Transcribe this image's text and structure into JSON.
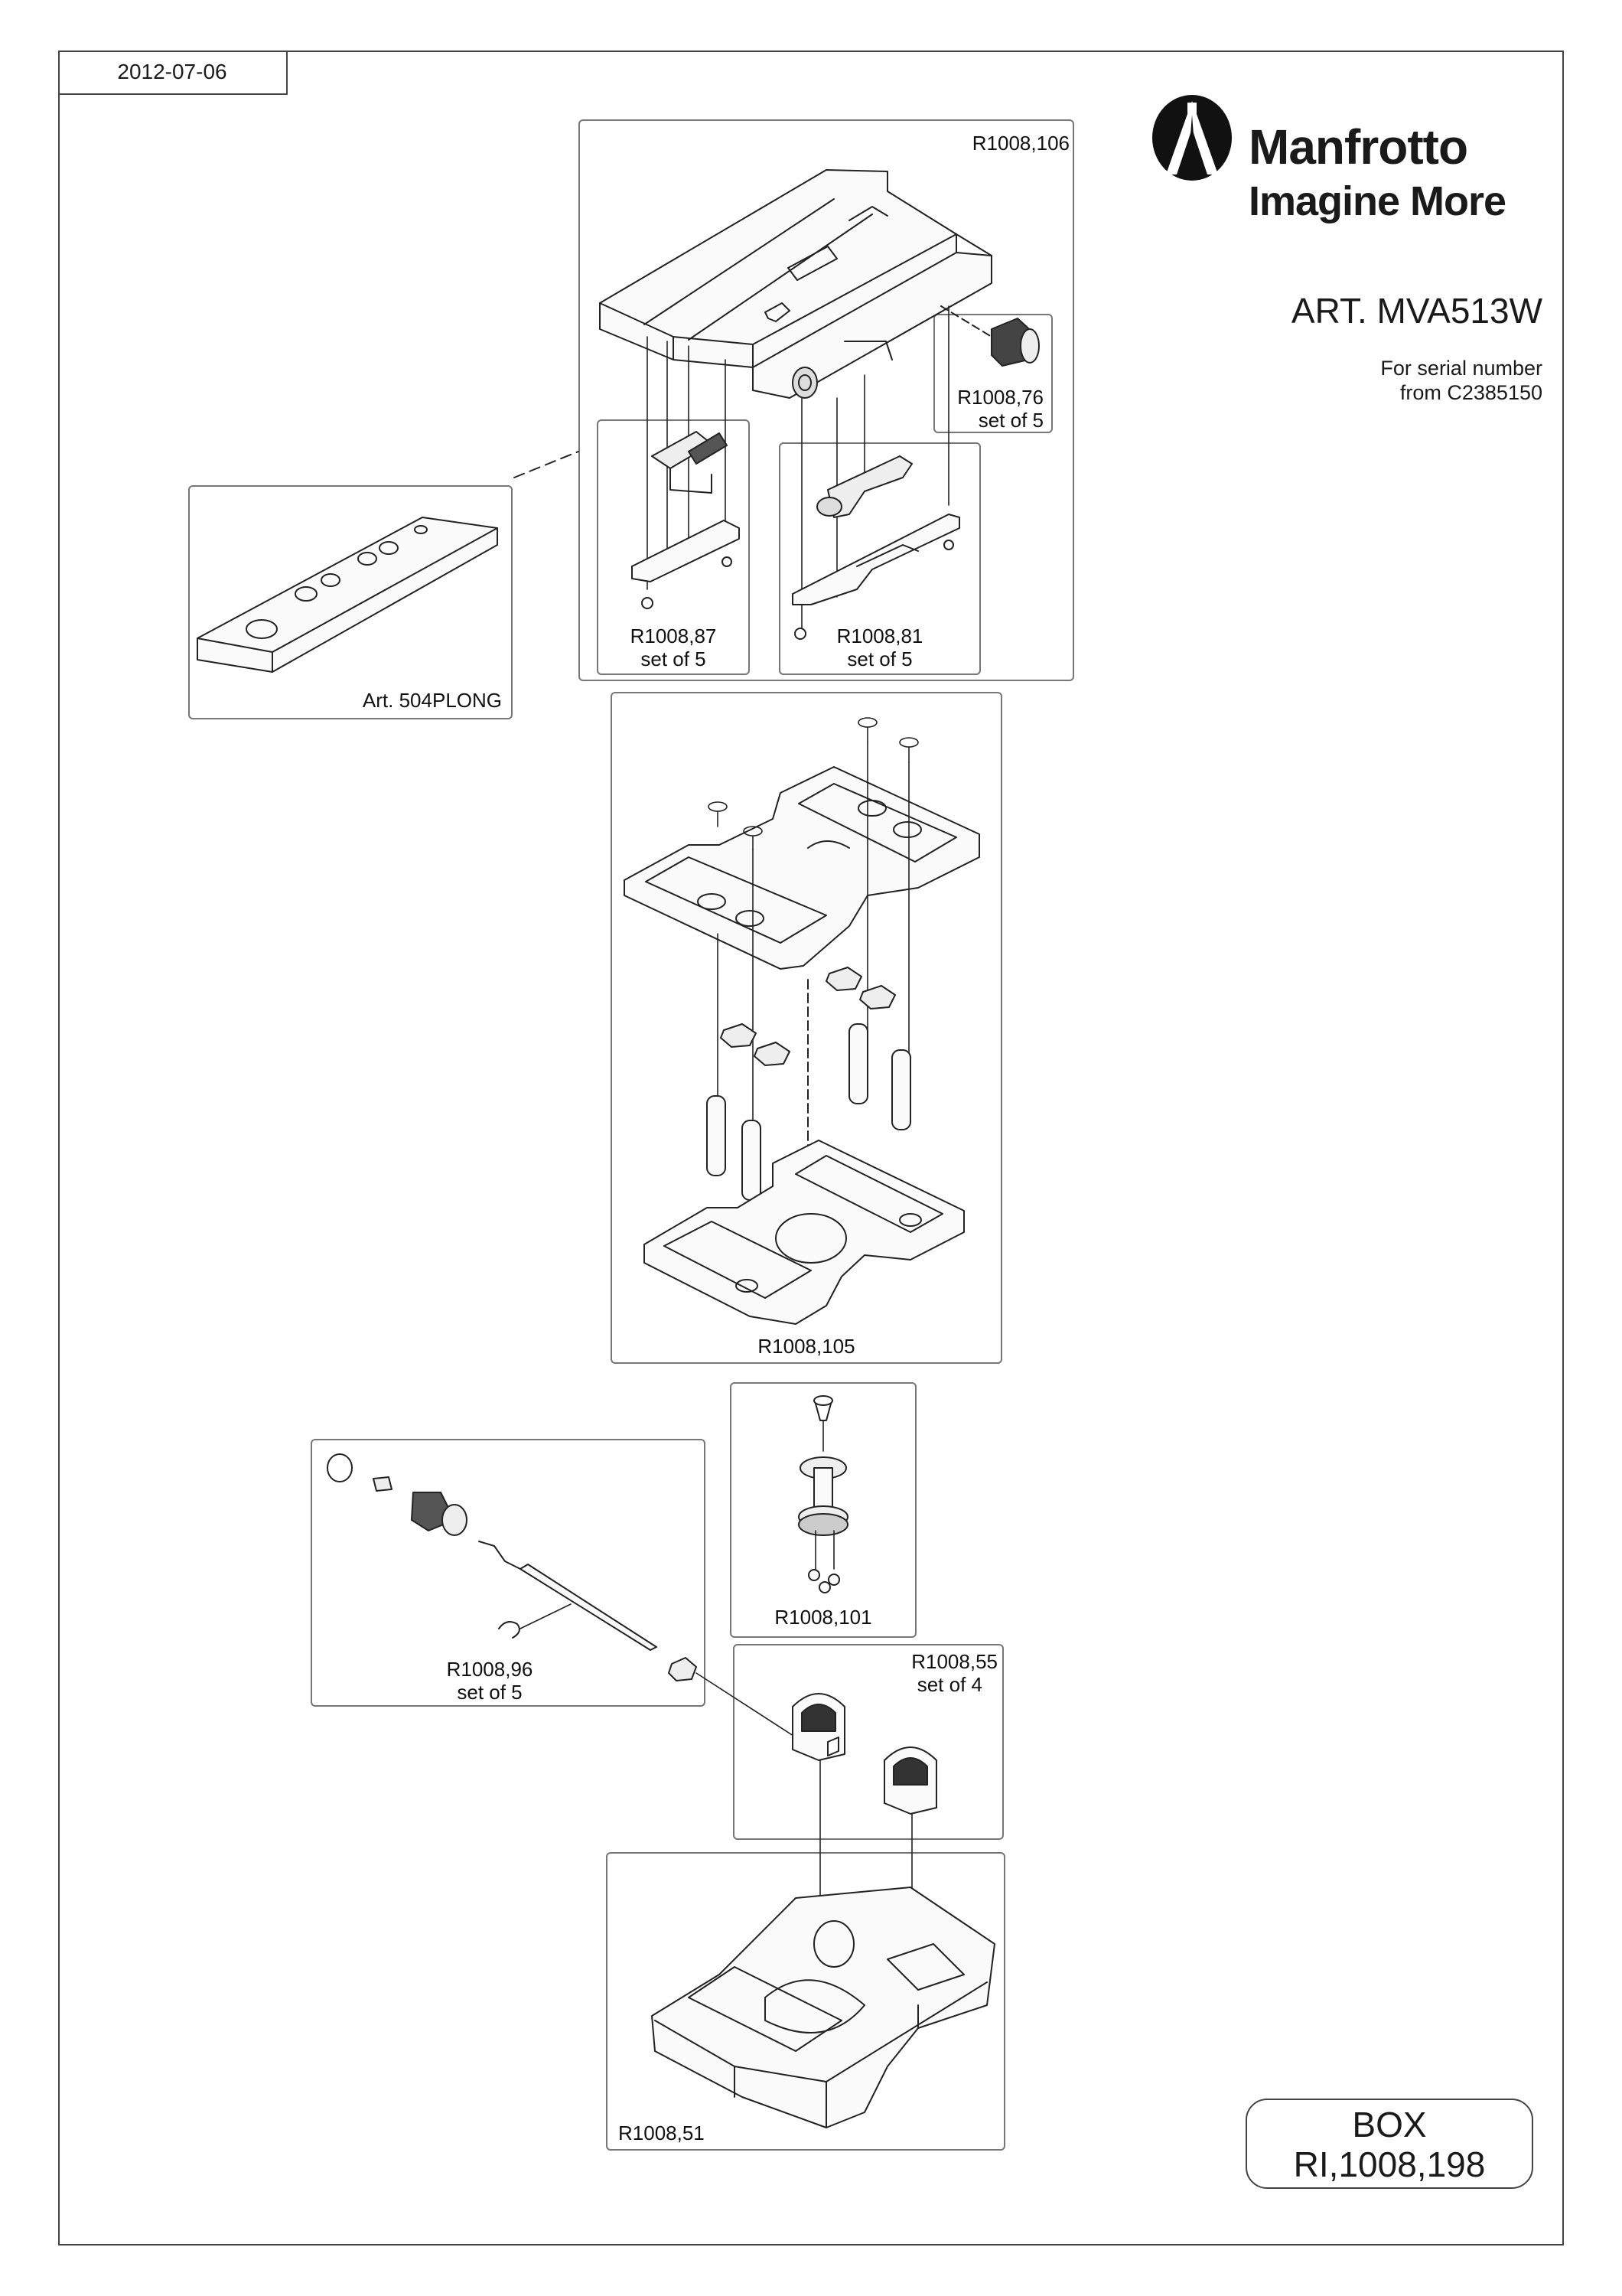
{
  "header": {
    "date": "2012-07-06",
    "brand": "Manfrotto",
    "tagline": "Imagine More",
    "article": "ART. MVA513W",
    "serial_line1": "For serial number",
    "serial_line2": "from C2385150"
  },
  "parts": {
    "top_plate": "R1008,106",
    "knob": {
      "code": "R1008,76",
      "qty": "set of 5"
    },
    "lever_left": {
      "code": "R1008,87",
      "qty": "set of 5"
    },
    "lever_right": {
      "code": "R1008,81",
      "qty": "set of 5"
    },
    "quick_plate": "Art. 504PLONG",
    "base_plate": "R1008,105",
    "screw_pin": "R1008,101",
    "rod": {
      "code": "R1008,96",
      "qty": "set of 5"
    },
    "clamps": {
      "code": "R1008,55",
      "qty": "set of 4"
    },
    "housing": "R1008,51"
  },
  "box": {
    "line1": "BOX",
    "line2": "RI,1008,198"
  },
  "colors": {
    "line": "#222222",
    "frame": "#444444",
    "panel": "#777777",
    "fill": "#e6e6e6"
  }
}
